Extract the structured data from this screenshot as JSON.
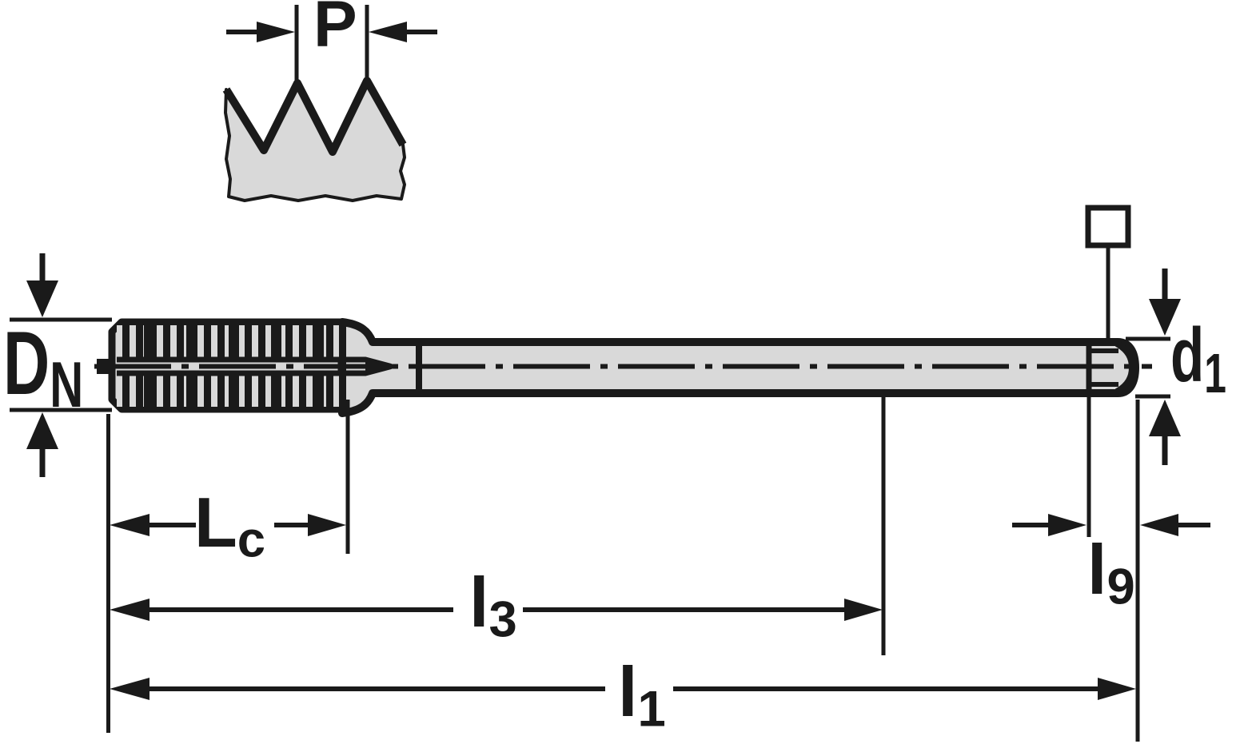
{
  "diagram": {
    "title": "Machine tap technical drawing with thread profile detail",
    "labels": {
      "pitch": {
        "main": "P",
        "sub": ""
      },
      "nominal_diameter": {
        "main": "D",
        "sub": "N"
      },
      "shank_diameter": {
        "main": "d",
        "sub": "1"
      },
      "thread_length": {
        "main": "L",
        "sub": "c"
      },
      "length_l3": {
        "main": "l",
        "sub": "3"
      },
      "overall_length": {
        "main": "l",
        "sub": "1"
      },
      "square_length": {
        "main": "l",
        "sub": "9"
      }
    },
    "colors": {
      "line": "#1a1a1a",
      "fill": "#d9d9d9",
      "background": "#ffffff"
    }
  }
}
